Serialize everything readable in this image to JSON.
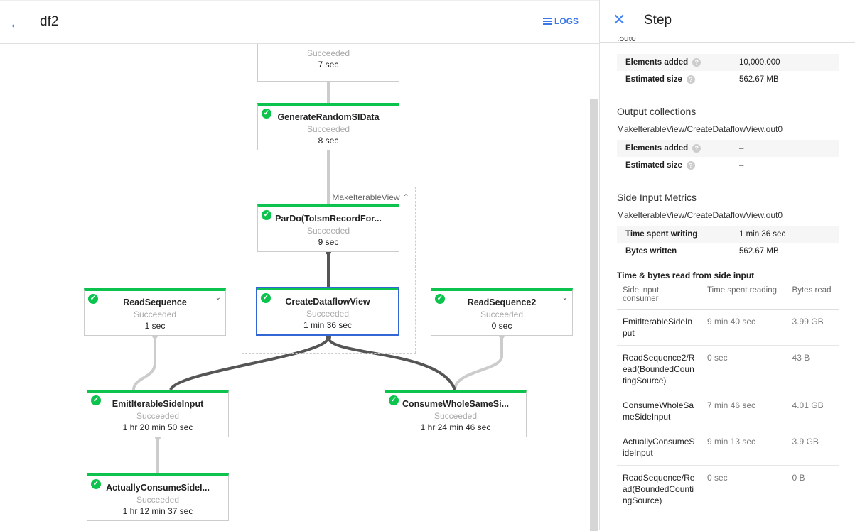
{
  "header": {
    "title": "df2",
    "back_icon": "arrow-left-icon",
    "logs_label": "LOGS",
    "logs_icon": "list-icon"
  },
  "graph": {
    "group_label": "MakeIterableView",
    "nodes": [
      {
        "name": "",
        "status": "Succeeded",
        "time": "7 sec"
      },
      {
        "name": "GenerateRandomSIData",
        "status": "Succeeded",
        "time": "8 sec"
      },
      {
        "name": "ParDo(ToIsmRecordFor...",
        "status": "Succeeded",
        "time": "9 sec"
      },
      {
        "name": "CreateDataflowView",
        "status": "Succeeded",
        "time": "1 min 36 sec",
        "selected": true
      },
      {
        "name": "ReadSequence",
        "status": "Succeeded",
        "time": "1 sec"
      },
      {
        "name": "ReadSequence2",
        "status": "Succeeded",
        "time": "0 sec"
      },
      {
        "name": "EmitIterableSideInput",
        "status": "Succeeded",
        "time": "1 hr 20 min 50 sec"
      },
      {
        "name": "ConsumeWholeSameSi...",
        "status": "Succeeded",
        "time": "1 hr 24 min 46 sec"
      },
      {
        "name": "ActuallyConsumeSideI...",
        "status": "Succeeded",
        "time": "1 hr 12 min 37 sec"
      }
    ],
    "colors": {
      "success": "#0bc34d",
      "selected": "#3367d6"
    }
  },
  "panel": {
    "title": "Step",
    "close_icon": "close-icon",
    "partial_text": ".out0",
    "input_metrics": [
      {
        "label": "Elements added",
        "value": "10,000,000"
      },
      {
        "label": "Estimated size",
        "value": "562.67 MB"
      }
    ],
    "output_title": "Output collections",
    "output_name": "MakeIterableView/CreateDataflowView.out0",
    "output_metrics": [
      {
        "label": "Elements added",
        "value": "–"
      },
      {
        "label": "Estimated size",
        "value": "–"
      }
    ],
    "side_title": "Side Input Metrics",
    "side_name": "MakeIterableView/CreateDataflowView.out0",
    "side_metrics": [
      {
        "label": "Time spent writing",
        "value": "1 min 36 sec"
      },
      {
        "label": "Bytes written",
        "value": "562.67 MB"
      }
    ],
    "read_title": "Time & bytes read from side input",
    "read_columns": [
      "Side input consumer",
      "Time spent reading",
      "Bytes read"
    ],
    "read_rows": [
      [
        "EmitIterableSideInput",
        "9 min 40 sec",
        "3.99 GB"
      ],
      [
        "ReadSequence2/Read(BoundedCountingSource)",
        "0 sec",
        "43 B"
      ],
      [
        "ConsumeWholeSameSideInput",
        "7 min 46 sec",
        "4.01 GB"
      ],
      [
        "ActuallyConsumeSideInput",
        "9 min 13 sec",
        "3.9 GB"
      ],
      [
        "ReadSequence/Read(BoundedCountingSource)",
        "0 sec",
        "0 B"
      ]
    ]
  }
}
